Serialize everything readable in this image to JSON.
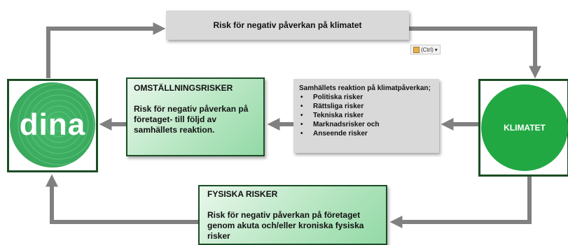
{
  "top_box": {
    "text": "Risk för negativ påverkan på klimatet"
  },
  "reaction_box": {
    "intro": "Samhällets reaktion på klimatpåverkan;",
    "items": [
      "Politiska risker",
      "Rättsliga risker",
      "Tekniska risker",
      "Marknadsrisker och",
      "Anseende risker"
    ]
  },
  "omstallning_box": {
    "title": "OMSTÄLLNINGSRISKER",
    "body": "Risk för negativ påverkan på företaget- till följd av samhällets reaktion."
  },
  "fysiska_box": {
    "title": "FYSISKA RISKER",
    "body": "Risk för negativ påverkan på företaget genom akuta och/eller kroniska fysiska risker"
  },
  "dina": {
    "logo_text": "dina"
  },
  "klimatet": {
    "label": "KLIMATET"
  },
  "paste_options": {
    "label": "(Ctrl)",
    "arrow": "▾"
  },
  "colors": {
    "arrow": "#808080",
    "frame": "#1b4d25",
    "klimat_green": "#22a843",
    "dina_green": "#3bab5f"
  }
}
